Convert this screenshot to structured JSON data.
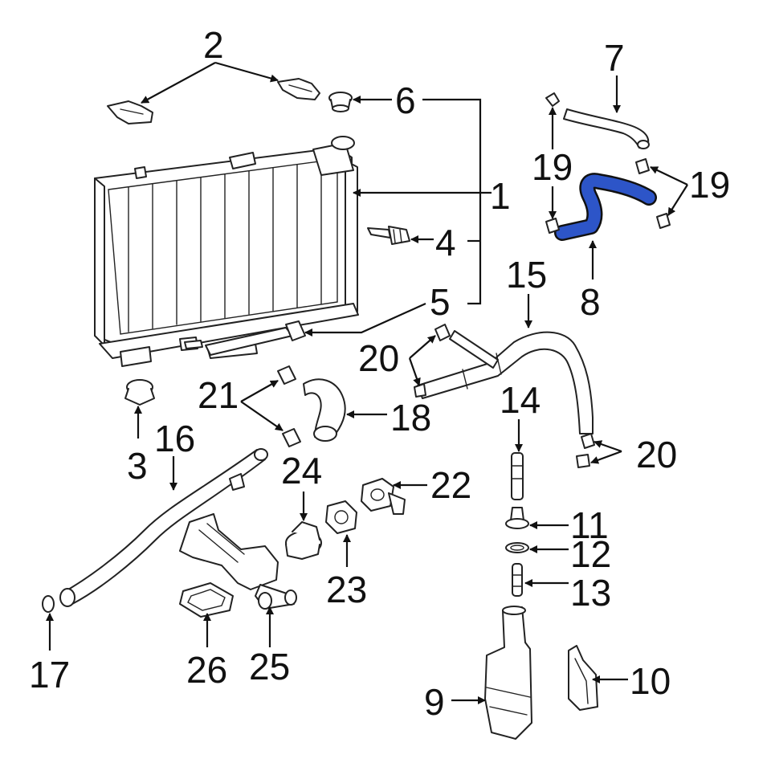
{
  "callouts": {
    "c1": "1",
    "c2": "2",
    "c3": "3",
    "c4": "4",
    "c5": "5",
    "c6": "6",
    "c7": "7",
    "c8": "8",
    "c9": "9",
    "c10": "10",
    "c11": "11",
    "c12": "12",
    "c13": "13",
    "c14": "14",
    "c15": "15",
    "c16": "16",
    "c17": "17",
    "c18": "18",
    "c19a": "19",
    "c19b": "19",
    "c20a": "20",
    "c20b": "20",
    "c21": "21",
    "c22": "22",
    "c23": "23",
    "c24": "24",
    "c25": "25",
    "c26": "26"
  },
  "highlight": {
    "part": "8",
    "color": "#2d55c8"
  },
  "colors": {
    "line": "#222222",
    "background": "#ffffff"
  }
}
